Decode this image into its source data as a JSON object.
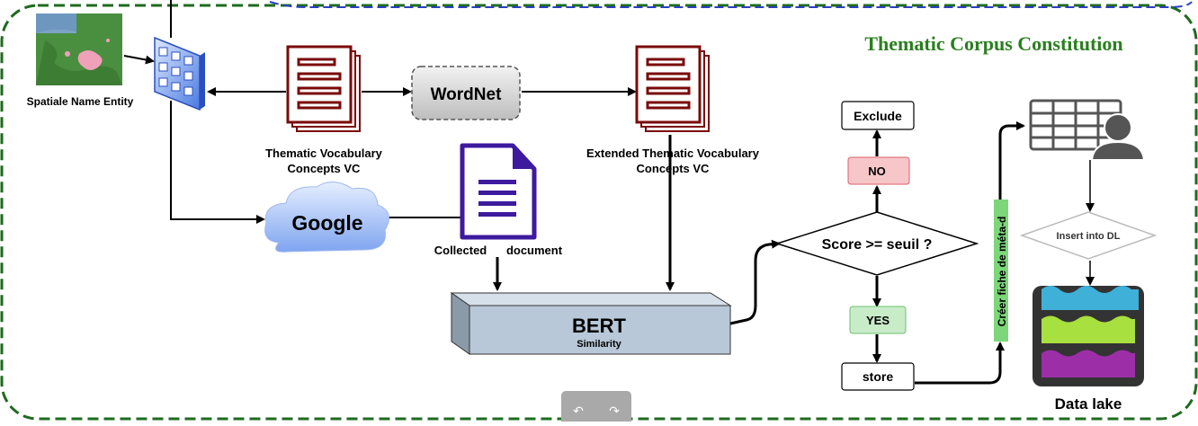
{
  "diagram": {
    "title": "Thematic Corpus Constitution",
    "spatial_label": "Spatiale Name Entity",
    "thematic_vocab_line1": "Thematic Vocabulary",
    "thematic_vocab_line2": "Concepts VC",
    "wordnet_label": "WordNet",
    "extended_vocab_line1": "Extended Thematic Vocabulary",
    "extended_vocab_line2": "Concepts VC",
    "google_label": "Google",
    "collected_label_1": "Collected",
    "collected_label_2": "document",
    "bert_label": "BERT",
    "bert_sub": "Similarity",
    "decision_label": "Score >= seuil ?",
    "no_label": "NO",
    "exclude_label": "Exclude",
    "yes_label": "YES",
    "store_label": "store",
    "creer_label": "Créer fiche de méta-d",
    "insert_label": "Insert into DL",
    "datalake_label": "Data lake"
  },
  "colors": {
    "frame_green": "#1e6b1e",
    "title_green": "#2a7f1f",
    "doc_maroon": "#7a0a0a",
    "doc_purple": "#3d1a9e",
    "bert_fill": "#b8c8d8",
    "no_fill": "#f7c6c9",
    "yes_fill": "#c8ecc8",
    "creer_fill": "#7dd67a"
  }
}
